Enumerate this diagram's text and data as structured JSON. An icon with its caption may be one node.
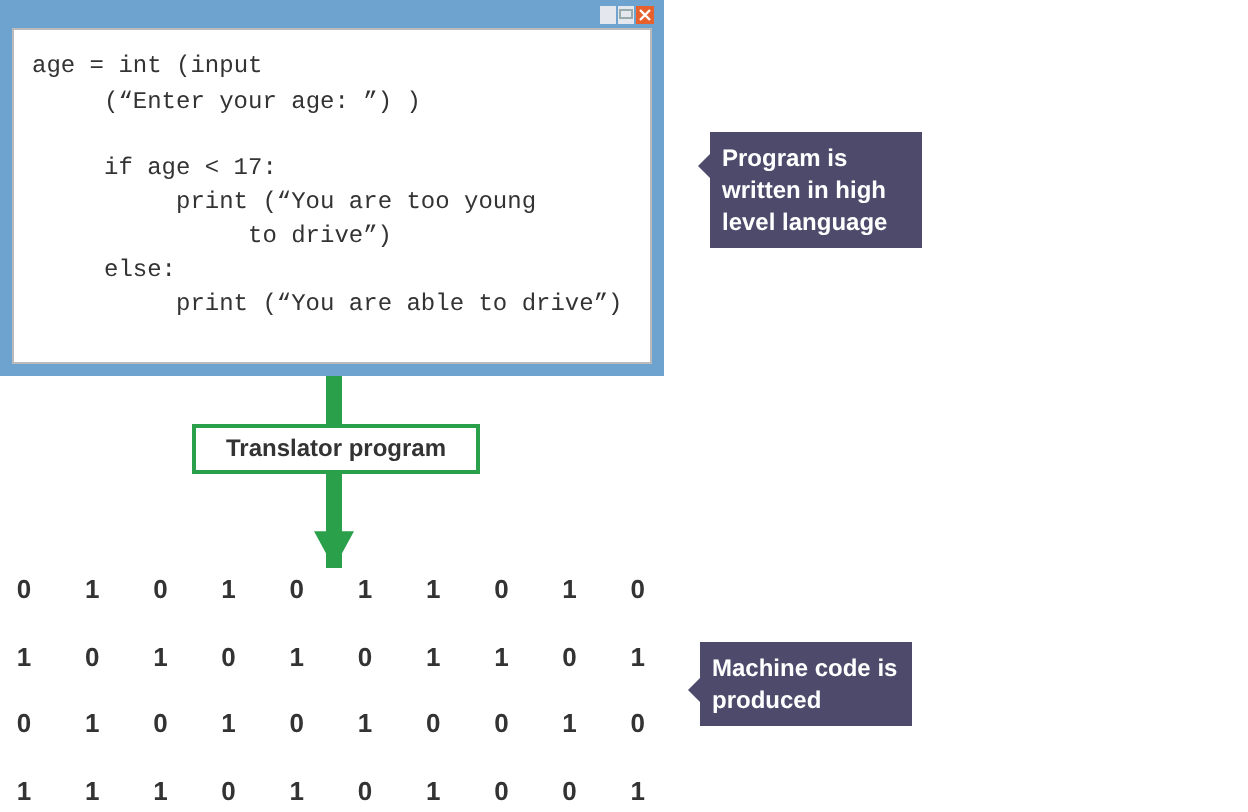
{
  "diagram": {
    "nodes": [
      {
        "text": [
          "age = int (input",
          "(“Enter your age: ”) )",
          "if age < 17:",
          "print (“You are too young",
          "to drive”)",
          "else:",
          "print (“You are able to drive”)"
        ]
      },
      {
        "text": [
          "Translator program"
        ]
      },
      {
        "text": [
          "0",
          "1",
          "0",
          "1",
          "0",
          "1",
          "1",
          "0",
          "1",
          "0",
          "1",
          "0",
          "1",
          "0",
          "1",
          "0",
          "1",
          "1",
          "0",
          "1",
          "0",
          "1",
          "0",
          "1",
          "0",
          "1",
          "0",
          "0",
          "1",
          "0",
          "1",
          "1",
          "1",
          "0",
          "1",
          "0",
          "1",
          "0",
          "0",
          "1"
        ]
      },
      {
        "text": [
          "Program is written in high level language"
        ]
      },
      {
        "text": [
          "Machine code is produced"
        ]
      }
    ],
    "edges": [
      {
        "from": 0,
        "to": 1,
        "arrow": "none"
      },
      {
        "from": 1,
        "to": 2,
        "arrow": "to"
      }
    ]
  }
}
